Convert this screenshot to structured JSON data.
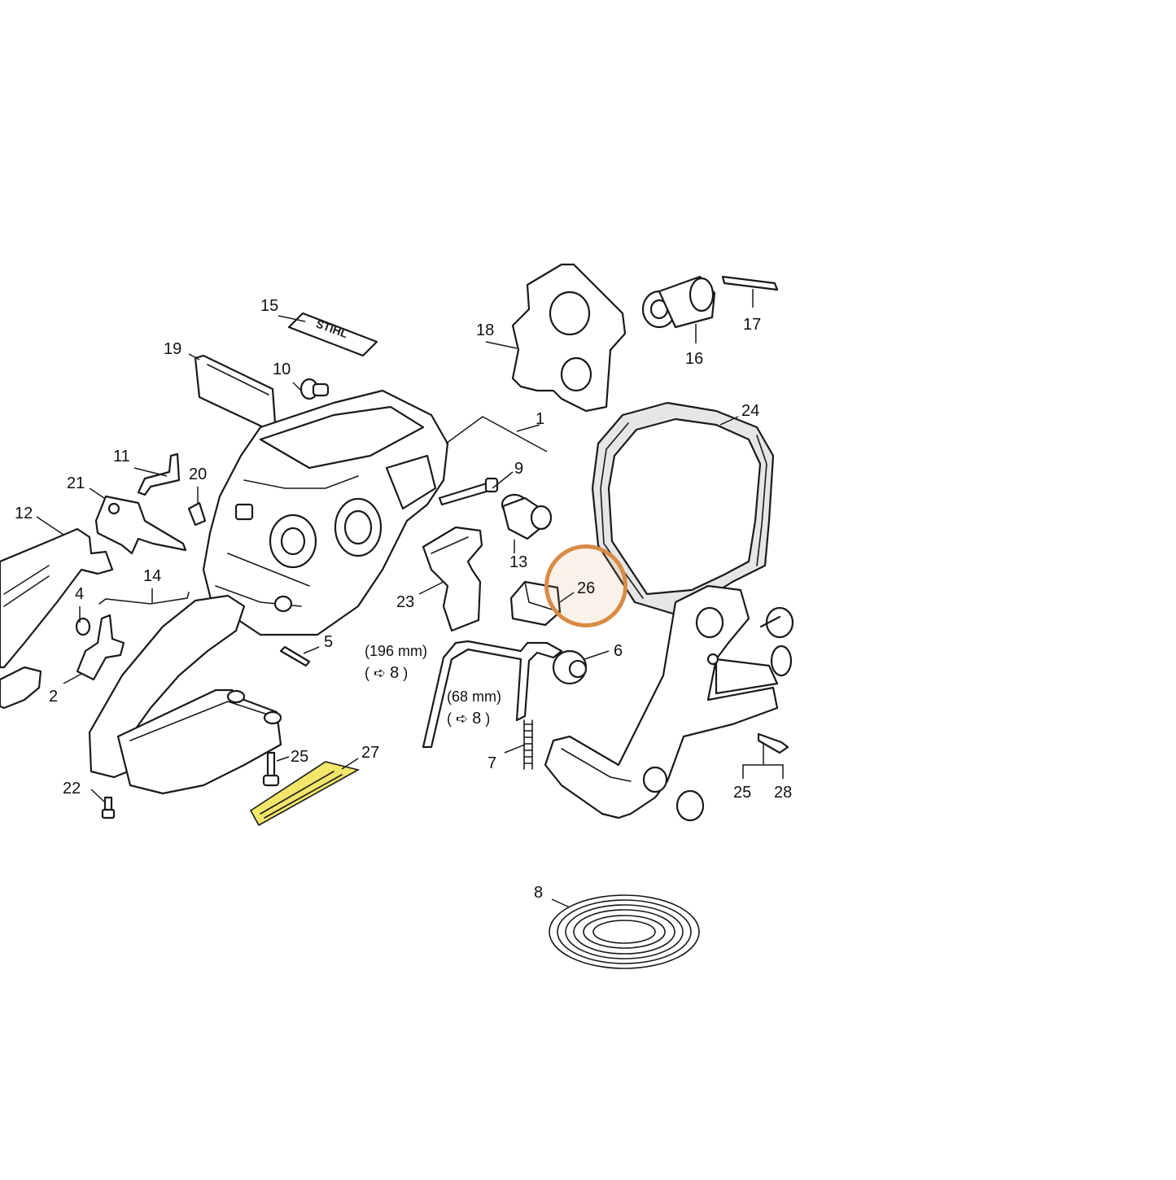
{
  "diagram": {
    "highlight": {
      "callout": "26",
      "color": "#d98b45"
    },
    "decal_color": "#f2e66b",
    "brand_text": "STIHL",
    "callouts": {
      "c1": "1",
      "c2": "2",
      "c4": "4",
      "c5": "5",
      "c6": "6",
      "c7": "7",
      "c8a": "8",
      "c8b": "8",
      "c8c": "8",
      "c9": "9",
      "c10": "10",
      "c11": "11",
      "c12": "12",
      "c13": "13",
      "c14": "14",
      "c15": "15",
      "c16": "16",
      "c17": "17",
      "c18": "18",
      "c19": "19",
      "c20": "20",
      "c21": "21",
      "c22": "22",
      "c23": "23",
      "c24": "24",
      "c25a": "25",
      "c25b": "25",
      "c26": "26",
      "c27": "27",
      "c28": "28"
    },
    "notes": {
      "hose_long_length": "(196 mm)",
      "hose_short_length": "(68 mm)",
      "open_paren": "(",
      "close_paren": ")",
      "arrow_icon": "right-arrow-icon"
    }
  }
}
